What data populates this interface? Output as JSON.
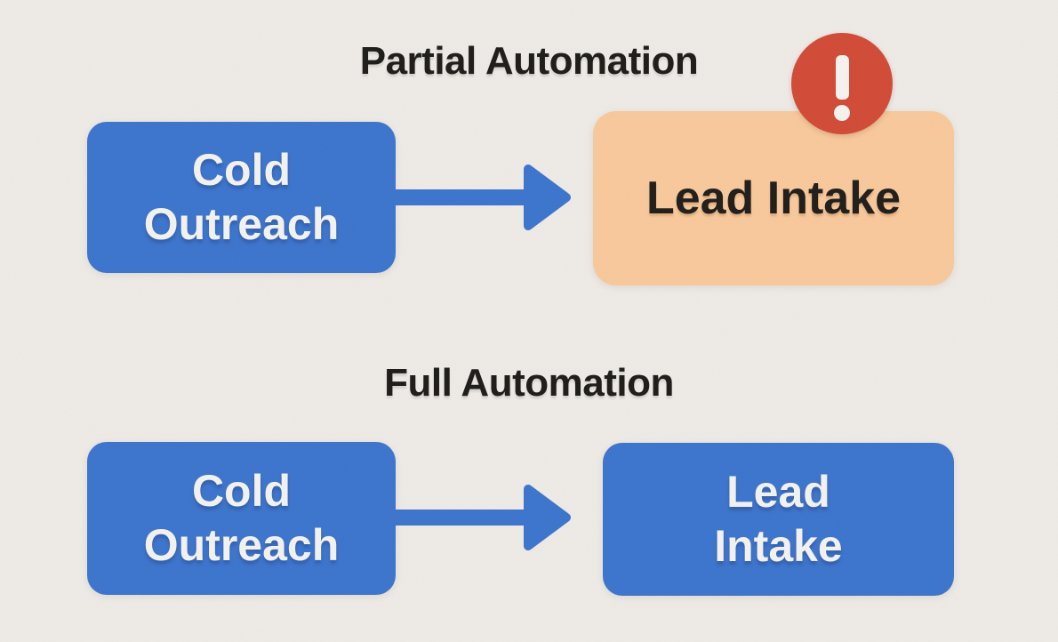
{
  "page": {
    "title": "Partial vs Full Automation flow diagram"
  },
  "colors": {
    "background": "#eeeae5",
    "process_blue": "#3b74cd",
    "warning_peach": "#f8c89a",
    "alert_red": "#d14a35",
    "title_text": "#1d1b18",
    "light_text": "#f4f2ee",
    "dark_text": "#1f1d1a"
  },
  "sections": [
    {
      "title": "Partial Automation",
      "source_node": {
        "label": "Cold Outreach",
        "line1": "Cold",
        "line2": "Outreach"
      },
      "target_node": {
        "label": "Lead Intake"
      },
      "badge": {
        "icon": "exclamation-alert-icon"
      }
    },
    {
      "title": "Full Automation",
      "source_node": {
        "label": "Cold Outreach",
        "line1": "Cold",
        "line2": "Outreach"
      },
      "target_node": {
        "label": "Lead Intake",
        "line1": "Lead",
        "line2": "Intake"
      }
    }
  ]
}
